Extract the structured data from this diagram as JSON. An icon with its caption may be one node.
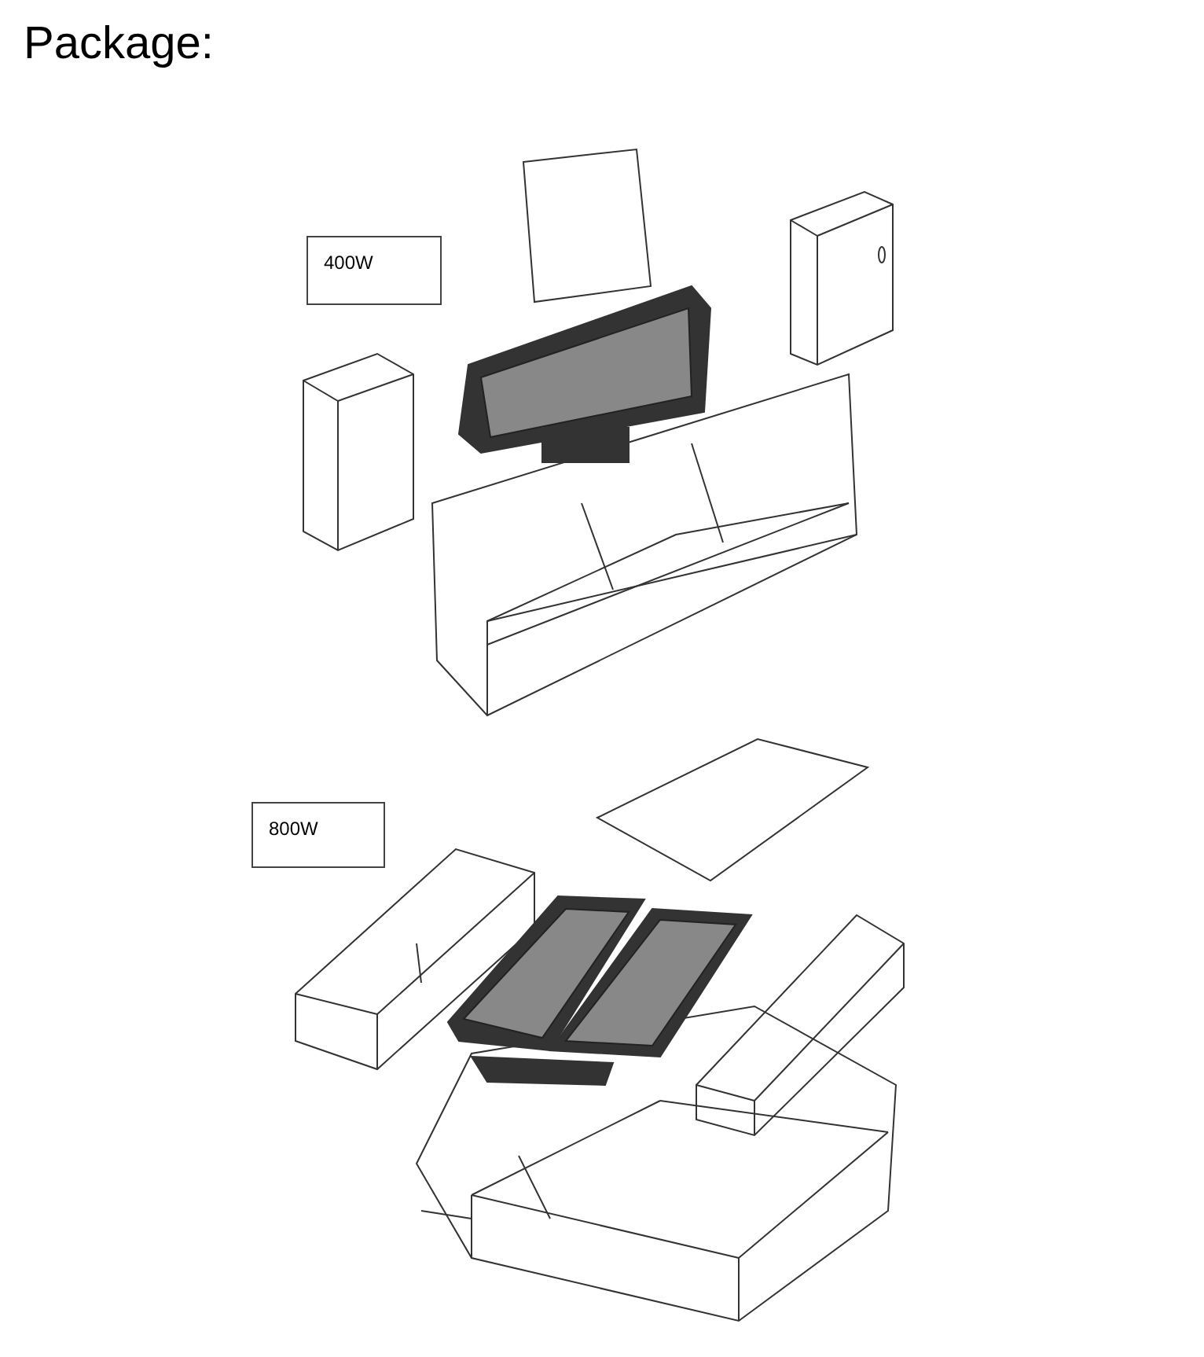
{
  "diagram": {
    "title": "Package:",
    "nodes": [
      {
        "text": [
          "400W"
        ]
      },
      {
        "text": [
          "800W"
        ]
      }
    ]
  }
}
